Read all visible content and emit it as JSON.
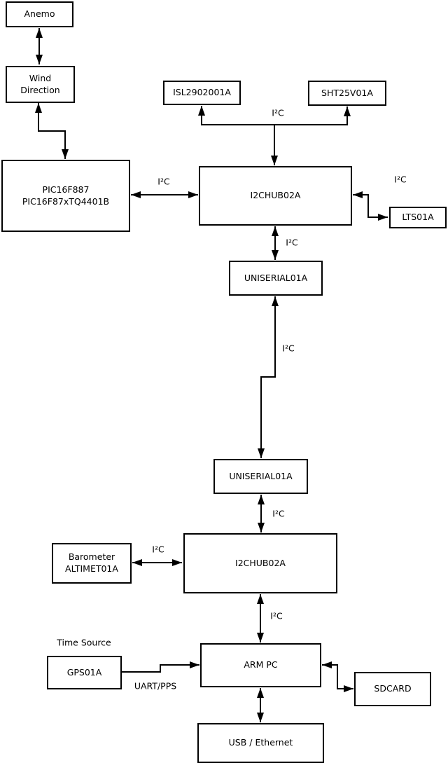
{
  "diagram": {
    "background": "#ffffff",
    "stroke_color": "#000000",
    "nodes": {
      "anemo": {
        "label": "Anemo"
      },
      "wind_direction": {
        "line1": "Wind",
        "line2": "Direction"
      },
      "pic": {
        "line1": "PIC16F887",
        "line2": "PIC16F87xTQ4401B"
      },
      "isl": {
        "label": "ISL2902001A"
      },
      "sht": {
        "label": "SHT25V01A"
      },
      "i2c_hub_1": {
        "label": "I2CHUB02A"
      },
      "lts": {
        "label": "LTS01A"
      },
      "uniserial_1": {
        "label": "UNISERIAL01A"
      },
      "uniserial_2": {
        "label": "UNISERIAL01A"
      },
      "i2c_hub_2": {
        "label": "I2CHUB02A"
      },
      "barometer": {
        "line1": "Barometer",
        "line2": "ALTIMET01A"
      },
      "gps": {
        "label": "GPS01A"
      },
      "arm_pc": {
        "label": "ARM PC"
      },
      "sdcard": {
        "label": "SDCARD"
      },
      "usb_ethernet": {
        "label": "USB / Ethernet"
      }
    },
    "edge_labels": {
      "pic_hub1": "I²C",
      "hub1_sensors": "I²C",
      "hub1_lts": "I²C",
      "hub1_uniserial1": "I²C",
      "uniserial1_uniserial2": "I²C",
      "uniserial2_hub2": "I²C",
      "barometer_hub2": "I²C",
      "hub2_armpc": "I²C",
      "gps_armpc": "UART/PPS"
    },
    "annotations": {
      "time_source": "Time Source"
    }
  }
}
